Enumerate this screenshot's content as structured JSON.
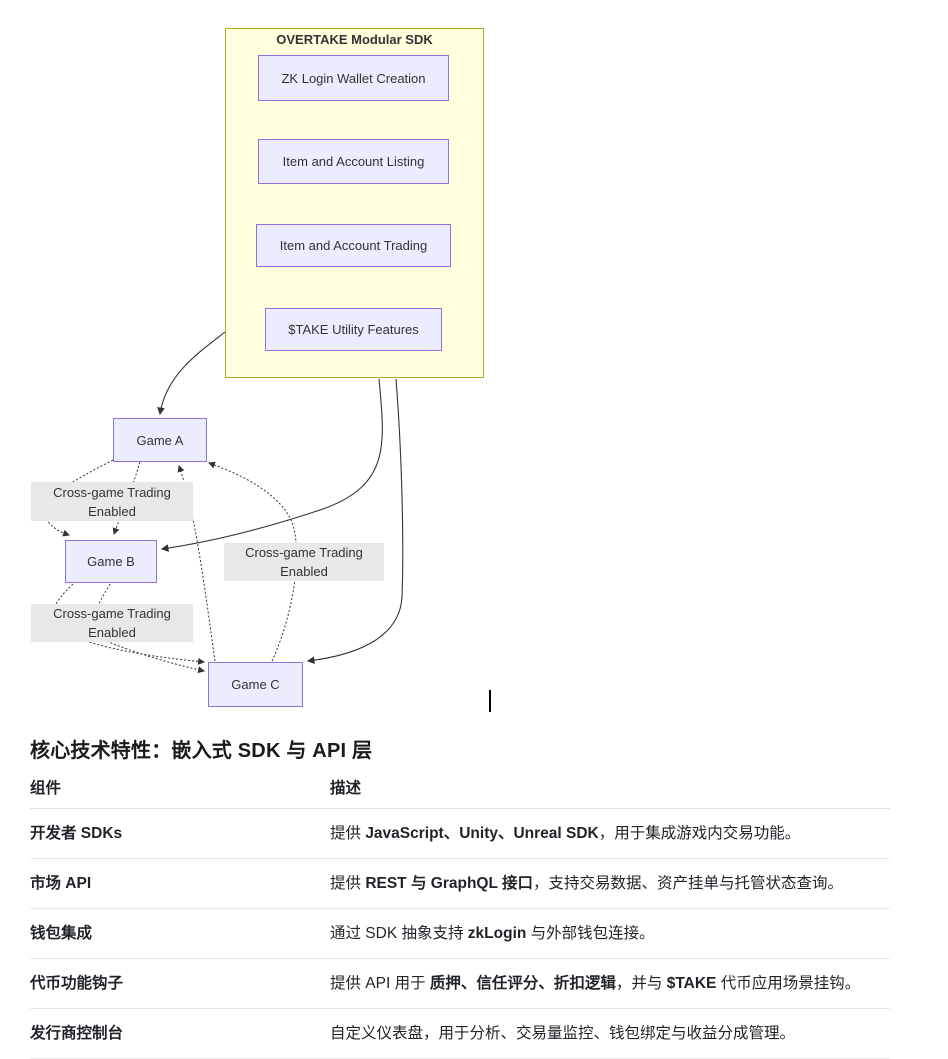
{
  "diagram": {
    "sdk": {
      "title": "OVERTAKE Modular SDK",
      "modules": [
        {
          "label": "ZK Login Wallet Creation"
        },
        {
          "label": "Item and Account Listing"
        },
        {
          "label": "Item and Account Trading"
        },
        {
          "label": "$TAKE Utility Features"
        }
      ]
    },
    "games": [
      {
        "label": "Game A"
      },
      {
        "label": "Game B"
      },
      {
        "label": "Game C"
      }
    ],
    "edge_labels": [
      {
        "text": "Cross-game Trading Enabled"
      },
      {
        "text": "Cross-game Trading Enabled"
      },
      {
        "text": "Cross-game Trading Enabled"
      }
    ],
    "edges": [
      {
        "from": "OVERTAKE Modular SDK",
        "to": "Game A",
        "style": "solid"
      },
      {
        "from": "OVERTAKE Modular SDK",
        "to": "Game B",
        "style": "solid"
      },
      {
        "from": "OVERTAKE Modular SDK",
        "to": "Game C",
        "style": "solid"
      },
      {
        "from": "Game A",
        "to": "Game B",
        "style": "dotted",
        "bidirectional": true,
        "label": "Cross-game Trading Enabled"
      },
      {
        "from": "Game B",
        "to": "Game C",
        "style": "dotted",
        "bidirectional": true,
        "label": "Cross-game Trading Enabled"
      },
      {
        "from": "Game C",
        "to": "Game A",
        "style": "dotted",
        "bidirectional": true,
        "label": "Cross-game Trading Enabled"
      }
    ],
    "colors": {
      "node_fill": "#ECECFF",
      "node_border": "#9370DB",
      "container_fill": "#FFFFDE",
      "container_border": "#AAAA33",
      "edge": "#333333",
      "edge_label_bg": "#E8E8E8",
      "text": "#333333"
    }
  },
  "section": {
    "heading": "核心技术特性：嵌入式 SDK 与 API 层"
  },
  "table": {
    "headers": [
      "组件",
      "描述"
    ],
    "rows": [
      {
        "component": "开发者 SDKs",
        "description": [
          {
            "text": "提供 "
          },
          {
            "text": "JavaScript、Unity、Unreal SDK",
            "bold": true
          },
          {
            "text": "，用于集成游戏内交易功能。"
          }
        ]
      },
      {
        "component": "市场 API",
        "description": [
          {
            "text": "提供 "
          },
          {
            "text": "REST 与 GraphQL 接口",
            "bold": true
          },
          {
            "text": "，支持交易数据、资产挂单与托管状态查询。"
          }
        ]
      },
      {
        "component": "钱包集成",
        "description": [
          {
            "text": "通过 SDK 抽象支持 "
          },
          {
            "text": "zkLogin",
            "bold": true
          },
          {
            "text": " 与外部钱包连接。"
          }
        ]
      },
      {
        "component": "代币功能钩子",
        "description": [
          {
            "text": "提供 API 用于 "
          },
          {
            "text": "质押、信任评分、折扣逻辑",
            "bold": true
          },
          {
            "text": "，并与 "
          },
          {
            "text": "$TAKE",
            "bold": true
          },
          {
            "text": " 代币应用场景挂钩。"
          }
        ]
      },
      {
        "component": "发行商控制台",
        "description": [
          {
            "text": "自定义仪表盘，用于分析、交易量监控、钱包绑定与收益分成管理。"
          }
        ]
      }
    ]
  }
}
